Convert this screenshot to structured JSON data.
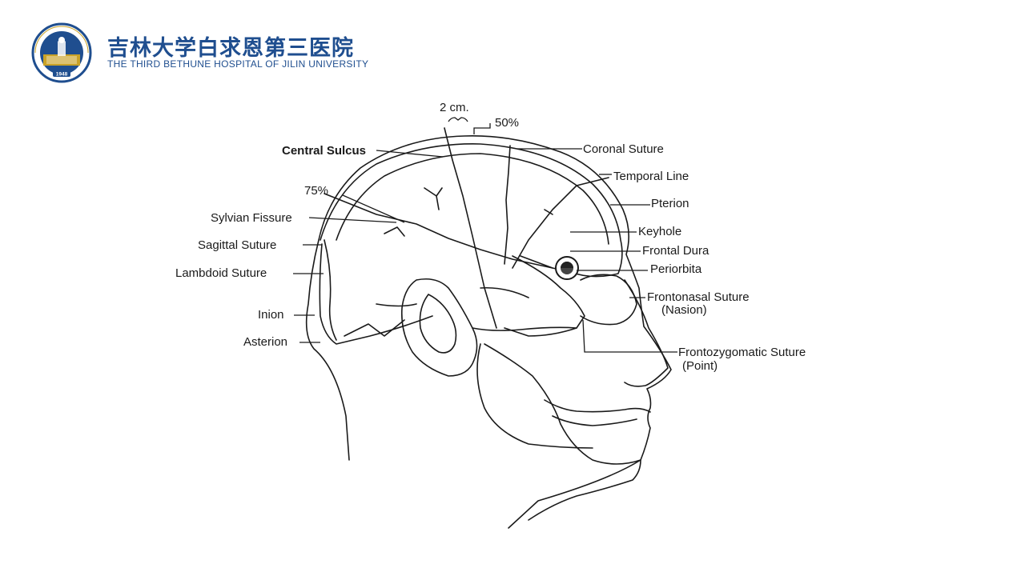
{
  "header": {
    "hospital_name_cn": "吉林大学白求恩第三医院",
    "hospital_name_en": "THE THIRD BETHUNE HOSPITAL OF JILIN UNIVERSITY",
    "logo": {
      "year": "1948",
      "icon": "hospital-emblem-icon",
      "colors": {
        "primary": "#1f4e8f",
        "accent": "#c9a227"
      }
    }
  },
  "diagram": {
    "labels": {
      "two_cm": "2 cm.",
      "fifty_percent": "50%",
      "seventy_five_percent": "75%",
      "central_sulcus": "Central Sulcus",
      "coronal_suture": "Coronal Suture",
      "temporal_line": "Temporal Line",
      "pterion": "Pterion",
      "keyhole": "Keyhole",
      "frontal_dura": "Frontal Dura",
      "periorbita": "Periorbita",
      "frontonasal_suture": "Frontonasal Suture",
      "nasion": "(Nasion)",
      "frontozygomatic_suture": "Frontozygomatic Suture",
      "point": "(Point)",
      "sylvian_fissure": "Sylvian Fissure",
      "sagittal_suture": "Sagittal Suture",
      "lambdoid_suture": "Lambdoid Suture",
      "inion": "Inion",
      "asterion": "Asterion"
    }
  }
}
